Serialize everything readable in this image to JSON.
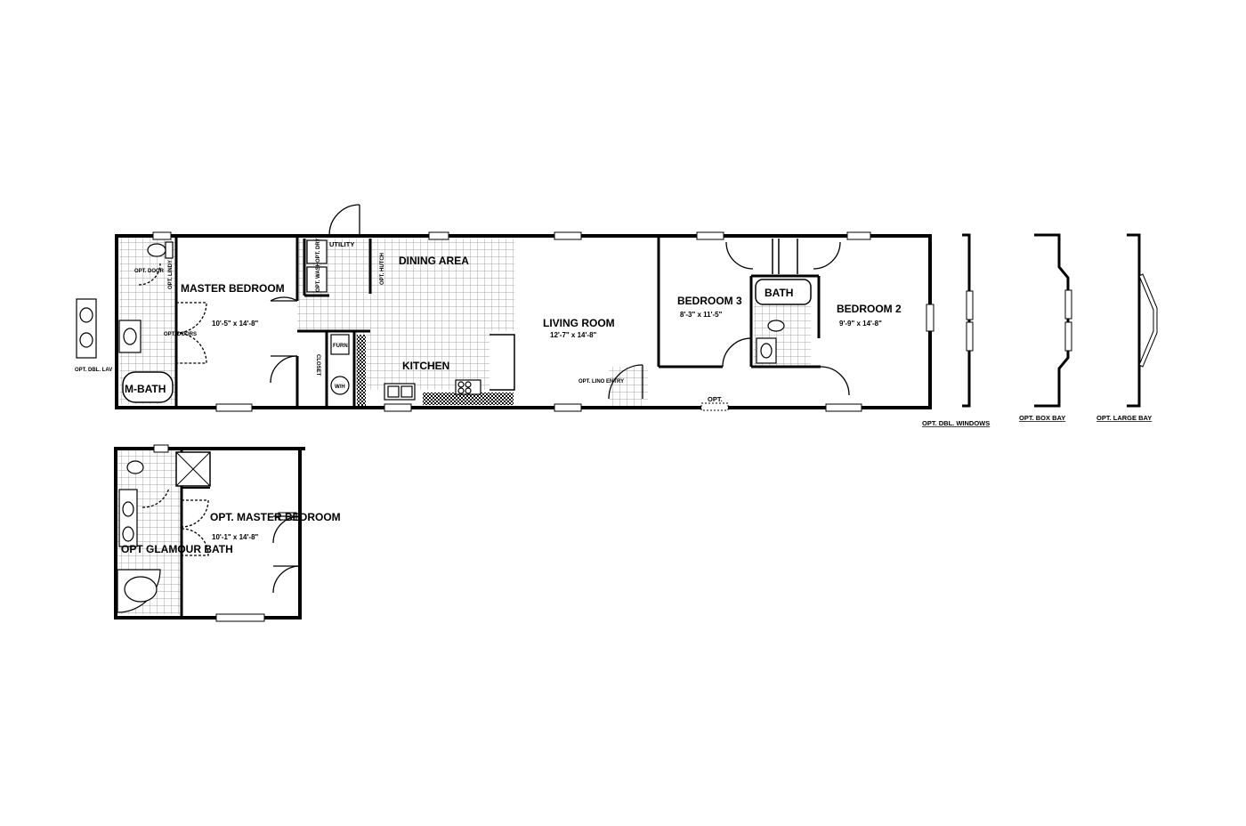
{
  "colors": {
    "ink": "#000000",
    "paper": "#ffffff",
    "tile": "#8a8a8a"
  },
  "main_plan": {
    "rooms": {
      "master_bedroom": {
        "label": "MASTER BEDROOM",
        "dims": "10'-5\" x 14'-8\""
      },
      "m_bath": {
        "label": "M-BATH"
      },
      "utility": {
        "label": "UTILITY"
      },
      "dining_area": {
        "label": "DINING AREA"
      },
      "kitchen": {
        "label": "KITCHEN"
      },
      "living_room": {
        "label": "LIVING ROOM",
        "dims": "12'-7\" x 14'-8\""
      },
      "bedroom_3": {
        "label": "BEDROOM 3",
        "dims": "8'-3\" x 11'-5\""
      },
      "bath": {
        "label": "BATH"
      },
      "bedroom_2": {
        "label": "BEDROOM 2",
        "dims": "9'-9\" x 14'-8\""
      }
    },
    "fixtures": {
      "opt_dry": "OPT. DRY",
      "opt_wash": "OPT. WASH",
      "opt_hutch": "OPT. HUTCH",
      "closet": "CLOSET",
      "furn": "FURN",
      "wh": "W/H",
      "opt_door": "OPT. DOOR",
      "opt_lindy": "OPT. LINDY",
      "opt_doors": "OPT. DOORS",
      "opt_lino_entry": "OPT. LINO ENTRY",
      "opt_exterior": "OPT."
    },
    "opt_dbl_lav": "OPT. DBL. LAV"
  },
  "alt_plan": {
    "master_label": "OPT. MASTER BEDROOM",
    "master_dims": "10'-1\" x 14'-8\"",
    "bath_label": "OPT GLAMOUR BATH"
  },
  "window_options": [
    {
      "label": "OPT. DBL. WINDOWS"
    },
    {
      "label": "OPT. BOX BAY"
    },
    {
      "label": "OPT. LARGE BAY"
    }
  ]
}
